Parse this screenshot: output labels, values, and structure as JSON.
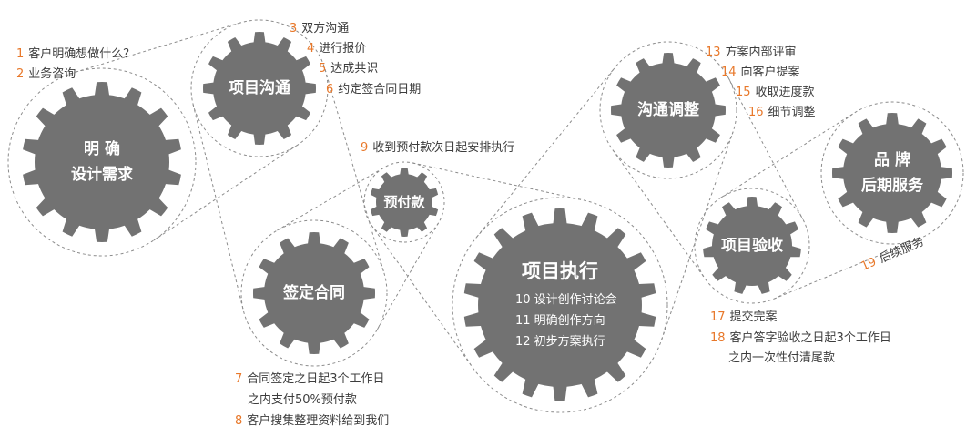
{
  "colors": {
    "accent": "#e8782a",
    "gear": "#727272",
    "text": "#3d3d3d"
  },
  "gears": {
    "g1": {
      "line1": "明 确",
      "line2": "设计需求"
    },
    "g2": {
      "label": "项目沟通"
    },
    "g3": {
      "label": "预付款"
    },
    "g4": {
      "label": "签定合同"
    },
    "g5": {
      "label": "项目执行",
      "steps": [
        "10 设计创作讨论会",
        "11 明确创作方向",
        "12 初步方案执行"
      ]
    },
    "g6": {
      "label": "沟通调整"
    },
    "g7": {
      "label": "项目验收"
    },
    "g8": {
      "line1": "品 牌",
      "line2": "后期服务"
    }
  },
  "notes": [
    {
      "num": "1",
      "text": "客户明确想做什么？"
    },
    {
      "num": "2",
      "text": "业务咨询"
    },
    {
      "num": "3",
      "text": "双方沟通"
    },
    {
      "num": "4",
      "text": "进行报价"
    },
    {
      "num": "5",
      "text": "达成共识"
    },
    {
      "num": "6",
      "text": "约定签合同日期"
    },
    {
      "num": "7",
      "text": "合同签定之日起3个工作日",
      "cont": "之内支付50%预付款"
    },
    {
      "num": "8",
      "text": "客户搜集整理资料给到我们"
    },
    {
      "num": "9",
      "text": "收到预付款次日起安排执行"
    },
    {
      "num": "13",
      "text": "方案内部评审"
    },
    {
      "num": "14",
      "text": "向客户提案"
    },
    {
      "num": "15",
      "text": "收取进度款"
    },
    {
      "num": "16",
      "text": "细节调整"
    },
    {
      "num": "17",
      "text": "提交完案"
    },
    {
      "num": "18",
      "text": "客户答字验收之日起3个工作日",
      "cont": "之内一次性付清尾款"
    },
    {
      "num": "19",
      "text": "后续服务"
    }
  ]
}
